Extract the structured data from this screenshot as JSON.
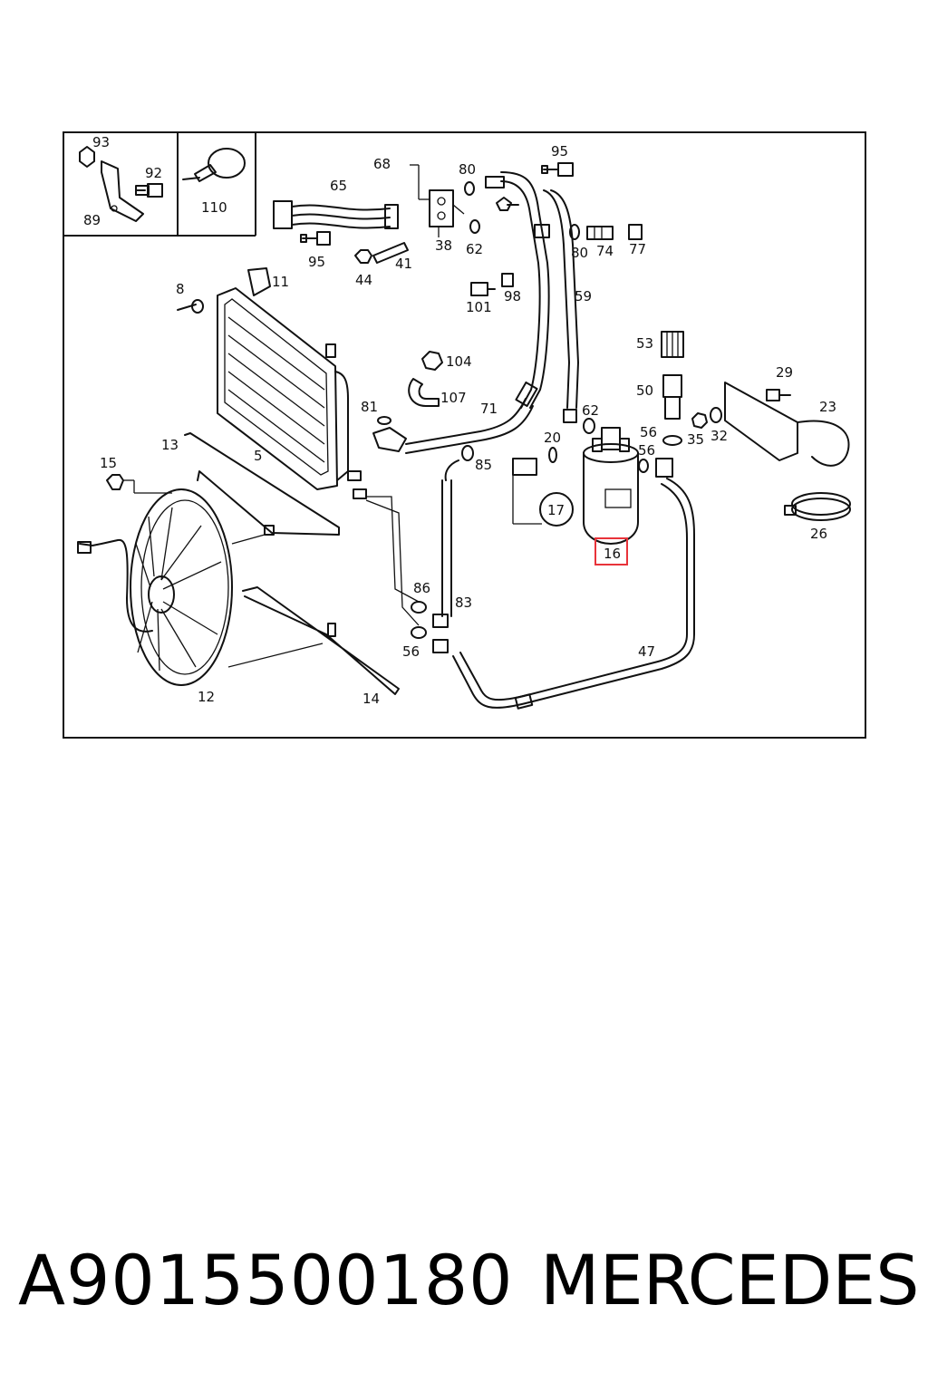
{
  "labels": {
    "p93": "93",
    "p92": "92",
    "p89": "89",
    "p110": "110",
    "p68": "68",
    "p65": "65",
    "p80a": "80",
    "p95a": "95",
    "p38": "38",
    "p62a": "62",
    "p95b": "95",
    "p44": "44",
    "p41": "41",
    "p80b": "80",
    "p74": "74",
    "p77": "77",
    "p8": "8",
    "p11": "11",
    "p101": "101",
    "p98": "98",
    "p59": "59",
    "p53": "53",
    "p104": "104",
    "p107": "107",
    "p81": "81",
    "p71": "71",
    "p62b": "62",
    "p50": "50",
    "p29": "29",
    "p23": "23",
    "p56a": "56",
    "p56b": "56",
    "p35": "35",
    "p32": "32",
    "p13": "13",
    "p5": "5",
    "p20": "20",
    "p85": "85",
    "p15": "15",
    "p17": "17",
    "p16": "16",
    "p26": "26",
    "p86": "86",
    "p83": "83",
    "p56c": "56",
    "p47": "47",
    "p12": "12",
    "p14": "14"
  },
  "highlight": {
    "part": "16",
    "color": "#e8333a"
  },
  "footer": {
    "part_number": "A9015500180",
    "brand": "MERCEDES"
  }
}
